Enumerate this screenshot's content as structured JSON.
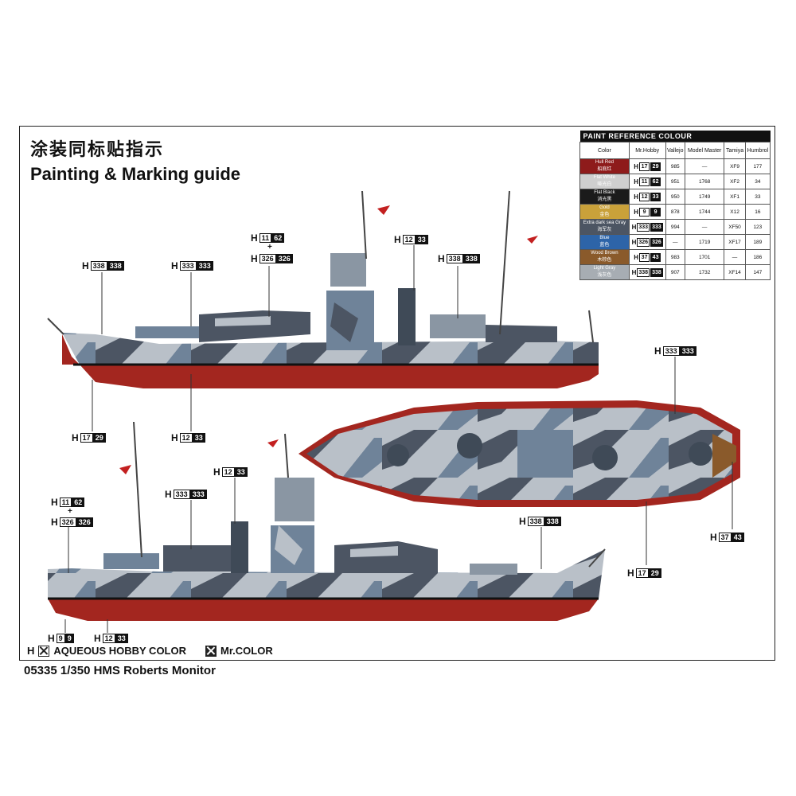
{
  "titles": {
    "chinese": "涂装同标贴指示",
    "english": "Painting & Marking guide",
    "product": "05335 1/350 HMS Roberts Monitor"
  },
  "legend": {
    "aqueous_prefix": "H",
    "aqueous": "AQUEOUS HOBBY COLOR",
    "mr_color": "Mr.COLOR"
  },
  "paint_table": {
    "caption": "PAINT REFERENCE COLOUR",
    "headers": [
      "Color",
      "Mr.Hobby",
      "Vallejo",
      "Model Master",
      "Tamiya",
      "Humbrol"
    ],
    "rows": [
      {
        "name": "Hull Red",
        "cn": "船底红",
        "swatch": "#8e1b1b",
        "h": "H",
        "h1": "17",
        "h2": "29",
        "vallejo": "985",
        "mm": "—",
        "tamiya": "XF9",
        "humbrol": "177"
      },
      {
        "name": "Flat White",
        "cn": "哑光白",
        "swatch": "#cfcfcf",
        "h": "H",
        "h1": "11",
        "h2": "62",
        "vallejo": "951",
        "mm": "1768",
        "tamiya": "XF2",
        "humbrol": "34"
      },
      {
        "name": "Flat Black",
        "cn": "消光黑",
        "swatch": "#1b1b1b",
        "h": "H",
        "h1": "12",
        "h2": "33",
        "vallejo": "950",
        "mm": "1749",
        "tamiya": "XF1",
        "humbrol": "33"
      },
      {
        "name": "Gold",
        "cn": "金色",
        "swatch": "#c9a13a",
        "h": "H",
        "h1": "9",
        "h2": "9",
        "vallejo": "878",
        "mm": "1744",
        "tamiya": "X12",
        "humbrol": "16"
      },
      {
        "name": "Extra dark sea Gray",
        "cn": "海军灰",
        "swatch": "#4c5563",
        "h": "H",
        "h1": "333",
        "h2": "333",
        "vallejo": "994",
        "mm": "—",
        "tamiya": "XF50",
        "humbrol": "123"
      },
      {
        "name": "Blue",
        "cn": "蓝色",
        "swatch": "#2d64a8",
        "h": "H",
        "h1": "326",
        "h2": "326",
        "vallejo": "—",
        "mm": "1719",
        "tamiya": "XF17",
        "humbrol": "189"
      },
      {
        "name": "Wood Brown",
        "cn": "木棕色",
        "swatch": "#8a5a2b",
        "h": "H",
        "h1": "37",
        "h2": "43",
        "vallejo": "983",
        "mm": "1701",
        "tamiya": "—",
        "humbrol": "186"
      },
      {
        "name": "Light Gray",
        "cn": "浅灰色",
        "swatch": "#a7adb3",
        "h": "H",
        "h1": "338",
        "h2": "338",
        "vallejo": "907",
        "mm": "1732",
        "tamiya": "XF14",
        "humbrol": "147"
      }
    ]
  },
  "callouts": [
    {
      "id": "c1",
      "h": "H",
      "a": "338",
      "b": "338"
    },
    {
      "id": "c2",
      "h": "H",
      "a": "333",
      "b": "333"
    },
    {
      "id": "c3",
      "h": "H",
      "a": "11",
      "b": "62"
    },
    {
      "id": "c4",
      "h": "H",
      "a": "326",
      "b": "326"
    },
    {
      "id": "c5",
      "h": "H",
      "a": "12",
      "b": "33"
    },
    {
      "id": "c6",
      "h": "H",
      "a": "338",
      "b": "338"
    },
    {
      "id": "c7",
      "h": "H",
      "a": "333",
      "b": "333"
    },
    {
      "id": "c8",
      "h": "H",
      "a": "17",
      "b": "29"
    },
    {
      "id": "c9",
      "h": "H",
      "a": "12",
      "b": "33"
    },
    {
      "id": "c10",
      "h": "H",
      "a": "11",
      "b": "62"
    },
    {
      "id": "c11",
      "h": "H",
      "a": "326",
      "b": "326"
    },
    {
      "id": "c12",
      "h": "H",
      "a": "333",
      "b": "333"
    },
    {
      "id": "c13",
      "h": "H",
      "a": "12",
      "b": "33"
    },
    {
      "id": "c14",
      "h": "H",
      "a": "338",
      "b": "338"
    },
    {
      "id": "c15",
      "h": "H",
      "a": "37",
      "b": "43"
    },
    {
      "id": "c16",
      "h": "H",
      "a": "17",
      "b": "29"
    },
    {
      "id": "c17",
      "h": "H",
      "a": "9",
      "b": "9"
    },
    {
      "id": "c18",
      "h": "H",
      "a": "12",
      "b": "33"
    }
  ],
  "plus_sign": "+",
  "colors": {
    "hull_red": "#a3261f",
    "sea_gray": "#4c5563",
    "light_gray": "#b9c0c8",
    "blue_gray": "#6f8399",
    "white": "#e6e9ec"
  }
}
